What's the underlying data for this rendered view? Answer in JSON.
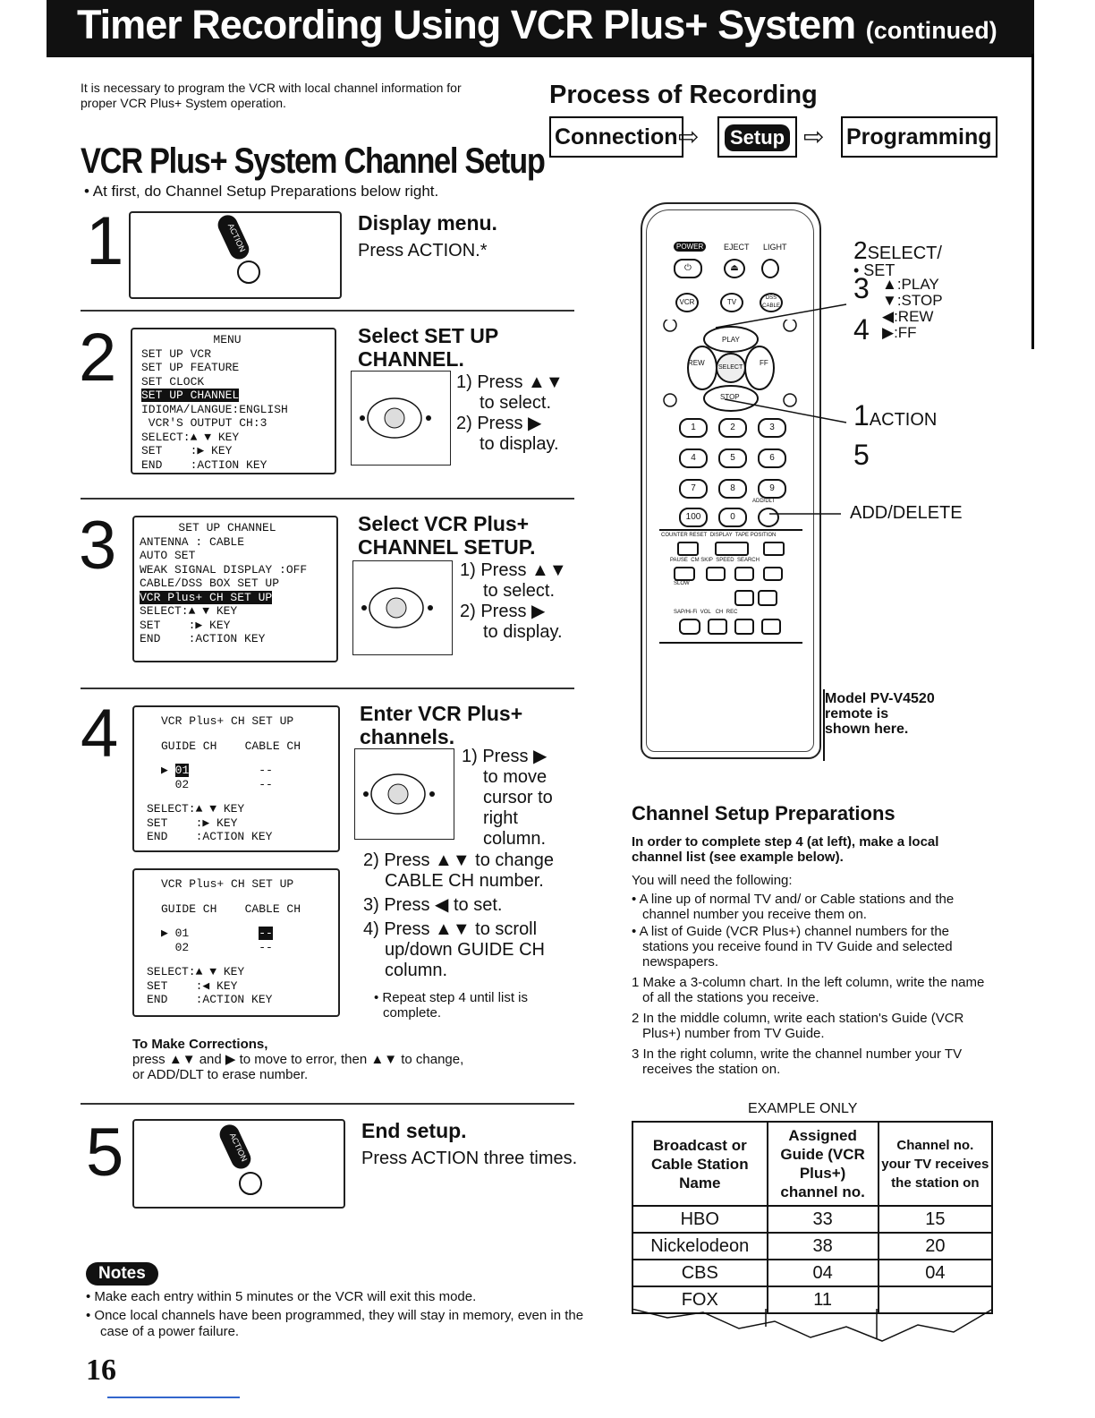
{
  "header": {
    "title": "Timer Recording Using VCR Plus+ System",
    "continued": "(continued)"
  },
  "intro": "It is necessary to program the VCR with local channel information for proper VCR Plus+ System operation.",
  "process": {
    "title": "Process of Recording",
    "steps": [
      "Connection",
      "Setup",
      "Programming"
    ],
    "arrow": "⇨"
  },
  "section_title": "VCR Plus+ System Channel Setup",
  "first_note": "• At first, do Channel Setup Preparations below right.",
  "action_icon_label": "ACTION",
  "step1": {
    "num": "1",
    "heading": "Display menu.",
    "text": "Press ACTION.*"
  },
  "step2": {
    "num": "2",
    "heading1": "Select SET UP",
    "heading2": "CHANNEL.",
    "screen": {
      "title": "MENU",
      "lines": [
        "SET UP VCR",
        "SET UP FEATURE",
        "SET CLOCK"
      ],
      "highlight": "SET UP CHANNEL",
      "lines2": [
        "IDIOMA/LANGUE:ENGLISH",
        " VCR'S OUTPUT CH:3",
        "SELECT:▲ ▼ KEY",
        "SET    :▶ KEY",
        "END    :ACTION KEY"
      ]
    },
    "i1a": "1) Press ▲▼",
    "i1b": "to select.",
    "i2a": "2) Press ▶",
    "i2b": "to display."
  },
  "step3": {
    "num": "3",
    "heading1": "Select VCR Plus+",
    "heading2": "CHANNEL SETUP.",
    "screen": {
      "title": "SET UP CHANNEL",
      "lines": [
        "ANTENNA : CABLE",
        "AUTO SET",
        "WEAK SIGNAL DISPLAY :OFF",
        "CABLE/DSS BOX SET UP"
      ],
      "highlight": "VCR Plus+ CH SET UP",
      "lines2": [
        "",
        "SELECT:▲ ▼ KEY",
        "SET    :▶ KEY",
        "END    :ACTION KEY"
      ]
    },
    "i1a": "1) Press ▲▼",
    "i1b": "to select.",
    "i2a": "2) Press ▶",
    "i2b": "to display."
  },
  "step4": {
    "num": "4",
    "heading1": "Enter VCR Plus+",
    "heading2": "channels.",
    "screenA": {
      "title": "VCR Plus+ CH SET UP",
      "cols": "GUIDE CH    CABLE CH",
      "row1a": "▶ ",
      "row1hl": "01",
      "row1b": "          --",
      "row2": "  02          --",
      "lines2": [
        "SELECT:▲ ▼ KEY",
        "SET    :▶ KEY",
        "END    :ACTION KEY"
      ]
    },
    "screenB": {
      "title": "VCR Plus+ CH SET UP",
      "cols": "GUIDE CH    CABLE CH",
      "row1a": "▶ 01          ",
      "row1hl": "--",
      "row2": "  02          --",
      "lines2": [
        "SELECT:▲ ▼ KEY",
        "SET    :◀ KEY",
        "END    :ACTION KEY"
      ]
    },
    "i1": [
      "1) Press ▶",
      "to move",
      "cursor to",
      "right",
      "column."
    ],
    "i2": [
      "2) Press ▲▼ to change",
      "CABLE CH number."
    ],
    "i3": "3) Press ◀ to set.",
    "i4": [
      "4) Press ▲▼ to scroll",
      "up/down GUIDE CH",
      "column."
    ],
    "repeat": [
      "• Repeat step 4 until list is",
      "complete."
    ],
    "corr_title": "To Make Corrections,",
    "corr_text": [
      "press ▲▼ and ▶ to move to error, then ▲▼ to change,",
      "or ADD/DLT to erase number."
    ]
  },
  "step5": {
    "num": "5",
    "heading": "End setup.",
    "text": "Press ACTION three times."
  },
  "remote": {
    "top_labels": {
      "power": "POWER",
      "eject": "EJECT",
      "light": "LIGHT"
    },
    "vcr": "VCR",
    "tv": "TV",
    "dss": "DSS CABLE",
    "play": "PLAY",
    "rew": "REW",
    "ff": "FF",
    "select": "SELECT",
    "stop": "STOP",
    "numbers": [
      "1",
      "2",
      "3",
      "4",
      "5",
      "6",
      "7",
      "8",
      "9",
      "100",
      "0"
    ],
    "adddlt": "ADD/DLT",
    "row_labels": [
      "COUNTER RESET",
      "DISPLAY",
      "TAPE POSITION"
    ],
    "row2_labels": [
      "PAUSE",
      "CM SKIP",
      "SPEED",
      "SEARCH"
    ],
    "slow": "SLOW",
    "bottom_labels": [
      "SAP/Hi-Fi",
      "VOL",
      "CH",
      "REC"
    ],
    "model_line1": "Model PV-V4520",
    "model_line2": "remote is",
    "model_line3": "shown here."
  },
  "callouts": {
    "sel_top": "2",
    "sel_text": "SELECT/",
    "set_text": "• SET",
    "three": "3",
    "play": "▲:PLAY",
    "stop": "▼:STOP",
    "four": "4",
    "rew": "◀:REW",
    "ff": "▶:FF",
    "one": "1",
    "action": "ACTION",
    "five": "5",
    "adddelete": "ADD/DELETE"
  },
  "prep": {
    "title": "Channel Setup Preparations",
    "bold": "In order to complete step 4 (at left), make a local channel list (see example below).",
    "need": "You will need the following:",
    "b1": "• A line up of normal TV and/ or Cable stations and the channel number you receive them on.",
    "b2": "• A list of Guide (VCR Plus+) channel numbers for the stations you receive found in TV Guide and selected newspapers.",
    "s1": "1 Make a 3-column chart. In the left column, write the name of all the stations you receive.",
    "s2": "2 In the middle column, write each station's Guide (VCR Plus+) number from TV Guide.",
    "s3": "3 In the right column, write the channel number your TV receives the station on.",
    "example": "EXAMPLE ONLY"
  },
  "table": {
    "headers": [
      "Broadcast or Cable Station Name",
      "Assigned Guide (VCR Plus+) channel no.",
      "Channel no. your TV receives the station on"
    ],
    "rows": [
      [
        "HBO",
        "33",
        "15"
      ],
      [
        "Nickelodeon",
        "38",
        "20"
      ],
      [
        "CBS",
        "04",
        "04"
      ],
      [
        "FOX",
        "11",
        ""
      ]
    ]
  },
  "notes": {
    "label": "Notes",
    "n1": "• Make each entry within 5 minutes or the VCR will exit this mode.",
    "n2": "• Once local channels have been programmed, they will stay in memory, even in the case of a power failure."
  },
  "page_number": "16"
}
